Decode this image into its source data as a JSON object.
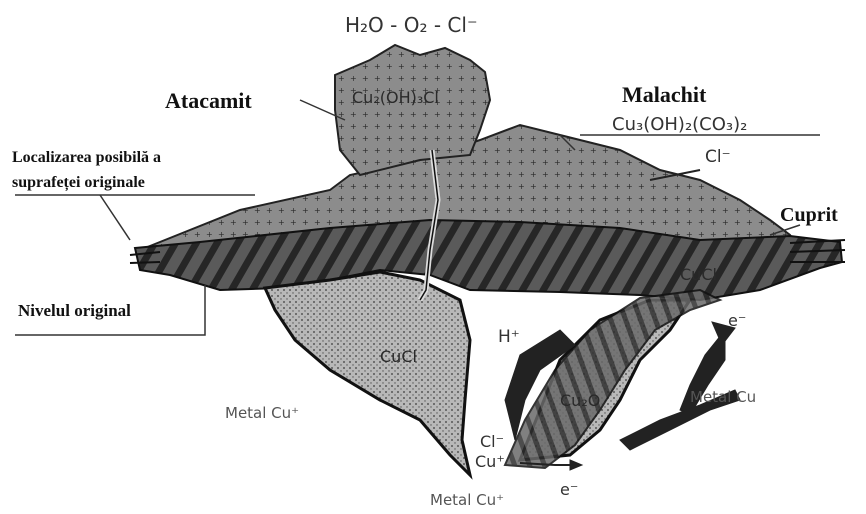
{
  "labels": {
    "top_formula": "H₂O - O₂ - Cl⁻",
    "atacamit": "Atacamit",
    "atacamit_formula": "Cu₂(OH)₃Cl",
    "malachit": "Malachit",
    "malachit_formula": "Cu₃(OH)₂(CO₃)₂",
    "chloride_right": "Cl⁻",
    "cuprit": "Cuprit",
    "localizare_line1": "Localizarea posibilă a",
    "localizare_line2": "suprafeței originale",
    "nivelul": "Nivelul original",
    "cucl_left": "CuCl",
    "cucl_right": "CuCl",
    "cu2o": "Cu₂O",
    "h_plus": "H⁺",
    "e_top": "e⁻",
    "e_bottom": "e⁻",
    "cl_bottom": "Cl⁻",
    "cu_bottom": "Cu⁺",
    "metal_cu_left": "Metal Cu⁺",
    "metal_cu_right": "Metal  Cu",
    "metal_cu_bottom": "Metal Cu⁺"
  },
  "colors": {
    "background": "#ffffff",
    "ink": "#111111",
    "crust": "#8c8c8c",
    "cuprite_band": "#4a4a4a",
    "pit_fill": "#bdbdbd"
  }
}
